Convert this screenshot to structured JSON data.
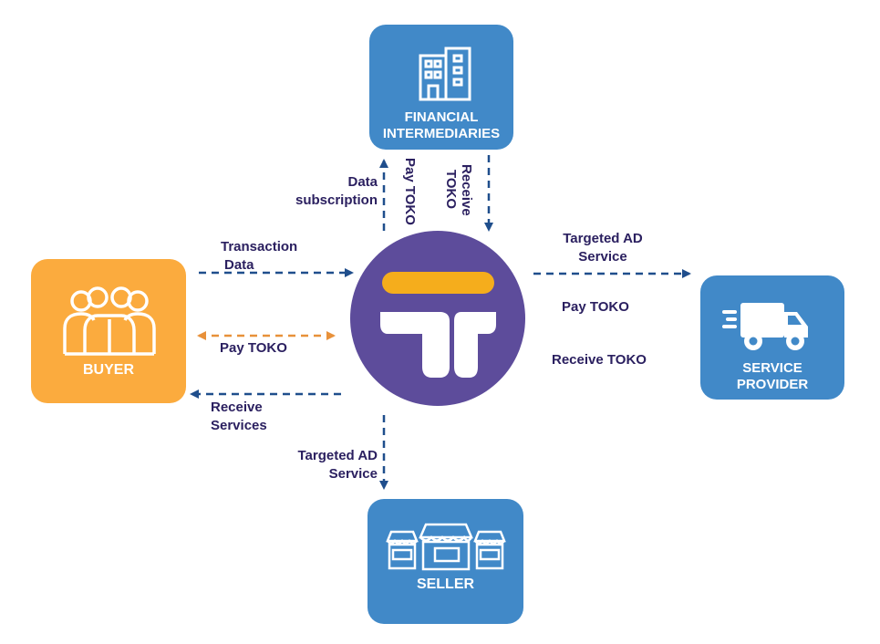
{
  "nodes": {
    "financial": {
      "line1": "FINANCIAL",
      "line2": "INTERMEDIARIES"
    },
    "buyer": {
      "label": "BUYER"
    },
    "service_provider": {
      "line1": "SERVICE",
      "line2": "PROVIDER"
    },
    "seller": {
      "label": "SELLER"
    }
  },
  "flows": {
    "data_subscription": {
      "line1": "Data",
      "line2": "subscription"
    },
    "pay_toko_vertical": "Pay TOKO",
    "receive_toko_vertical": {
      "line1": "Receive",
      "line2": "TOKO"
    },
    "transaction_data": {
      "line1": "Transaction",
      "line2": "Data"
    },
    "buyer_pay_toko": "Pay TOKO",
    "receive_services": {
      "line1": "Receive",
      "line2": "Services"
    },
    "targeted_ad_seller": {
      "line1": "Targeted AD",
      "line2": "Service"
    },
    "targeted_ad_sp": {
      "line1": "Targeted AD",
      "line2": "Service"
    },
    "sp_pay_toko": "Pay TOKO",
    "sp_receive_toko": "Receive TOKO"
  },
  "colors": {
    "blue_box": "#4189c8",
    "buyer_box": "#fbab3e",
    "hub_circle": "#5d4c9b",
    "hub_bar": "#f5ad1c",
    "arrow_blue": "#1f4e8c",
    "arrow_orange": "#e8913a",
    "text": "#2b2060"
  },
  "icons": {
    "financial": "building-icon",
    "buyer": "people-group-icon",
    "service_provider": "delivery-truck-icon",
    "seller": "shops-icon",
    "hub": "toko-logo-icon"
  }
}
